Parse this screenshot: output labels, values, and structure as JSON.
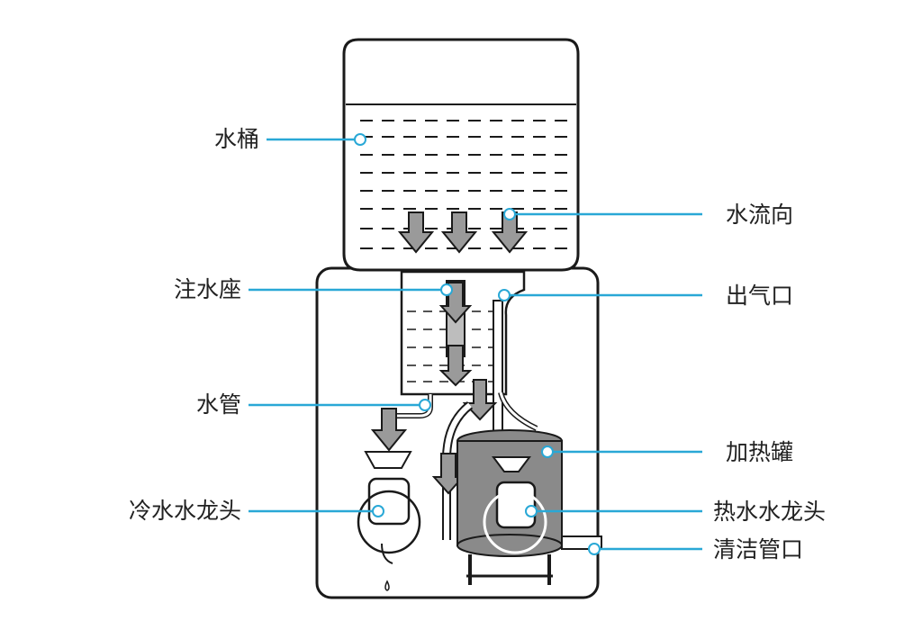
{
  "labels": {
    "bucket": "水桶",
    "water_flow": "水流向",
    "water_seat": "注水座",
    "air_outlet": "出气口",
    "water_pipe": "水管",
    "heating_tank": "加热罐",
    "cold_tap": "冷水水龙头",
    "hot_tap": "热水水龙头",
    "cleaning_port": "清洁管口"
  },
  "colors": {
    "leader": "#29a8d6",
    "line": "#1a1a1a",
    "tank_fill": "#8a8a8a",
    "text": "#222222"
  }
}
